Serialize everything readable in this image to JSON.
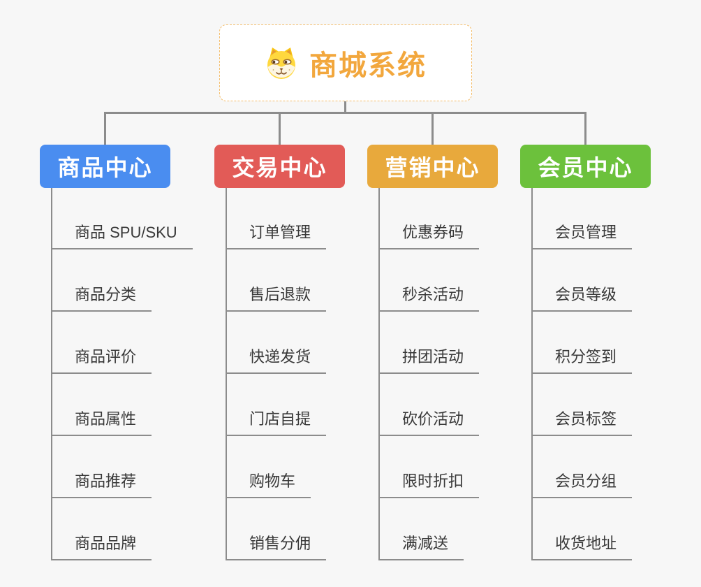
{
  "root": {
    "label": "商城系统",
    "icon": "dog-icon",
    "text_color": "#f2a73d",
    "border_color": "#f4bd6a"
  },
  "connector_color": "#8c8c8c",
  "background_color": "#f7f7f7",
  "branches": [
    {
      "id": "product-center",
      "label": "商品中心",
      "color": "#4a8df0",
      "items": [
        "商品 SPU/SKU",
        "商品分类",
        "商品评价",
        "商品属性",
        "商品推荐",
        "商品品牌"
      ]
    },
    {
      "id": "trade-center",
      "label": "交易中心",
      "color": "#e25b57",
      "items": [
        "订单管理",
        "售后退款",
        "快递发货",
        "门店自提",
        "购物车",
        "销售分佣"
      ]
    },
    {
      "id": "marketing-center",
      "label": "营销中心",
      "color": "#e8a93c",
      "items": [
        "优惠券码",
        "秒杀活动",
        "拼团活动",
        "砍价活动",
        "限时折扣",
        "满减送"
      ]
    },
    {
      "id": "member-center",
      "label": "会员中心",
      "color": "#6cc13c",
      "items": [
        "会员管理",
        "会员等级",
        "积分签到",
        "会员标签",
        "会员分组",
        "收货地址"
      ]
    }
  ]
}
